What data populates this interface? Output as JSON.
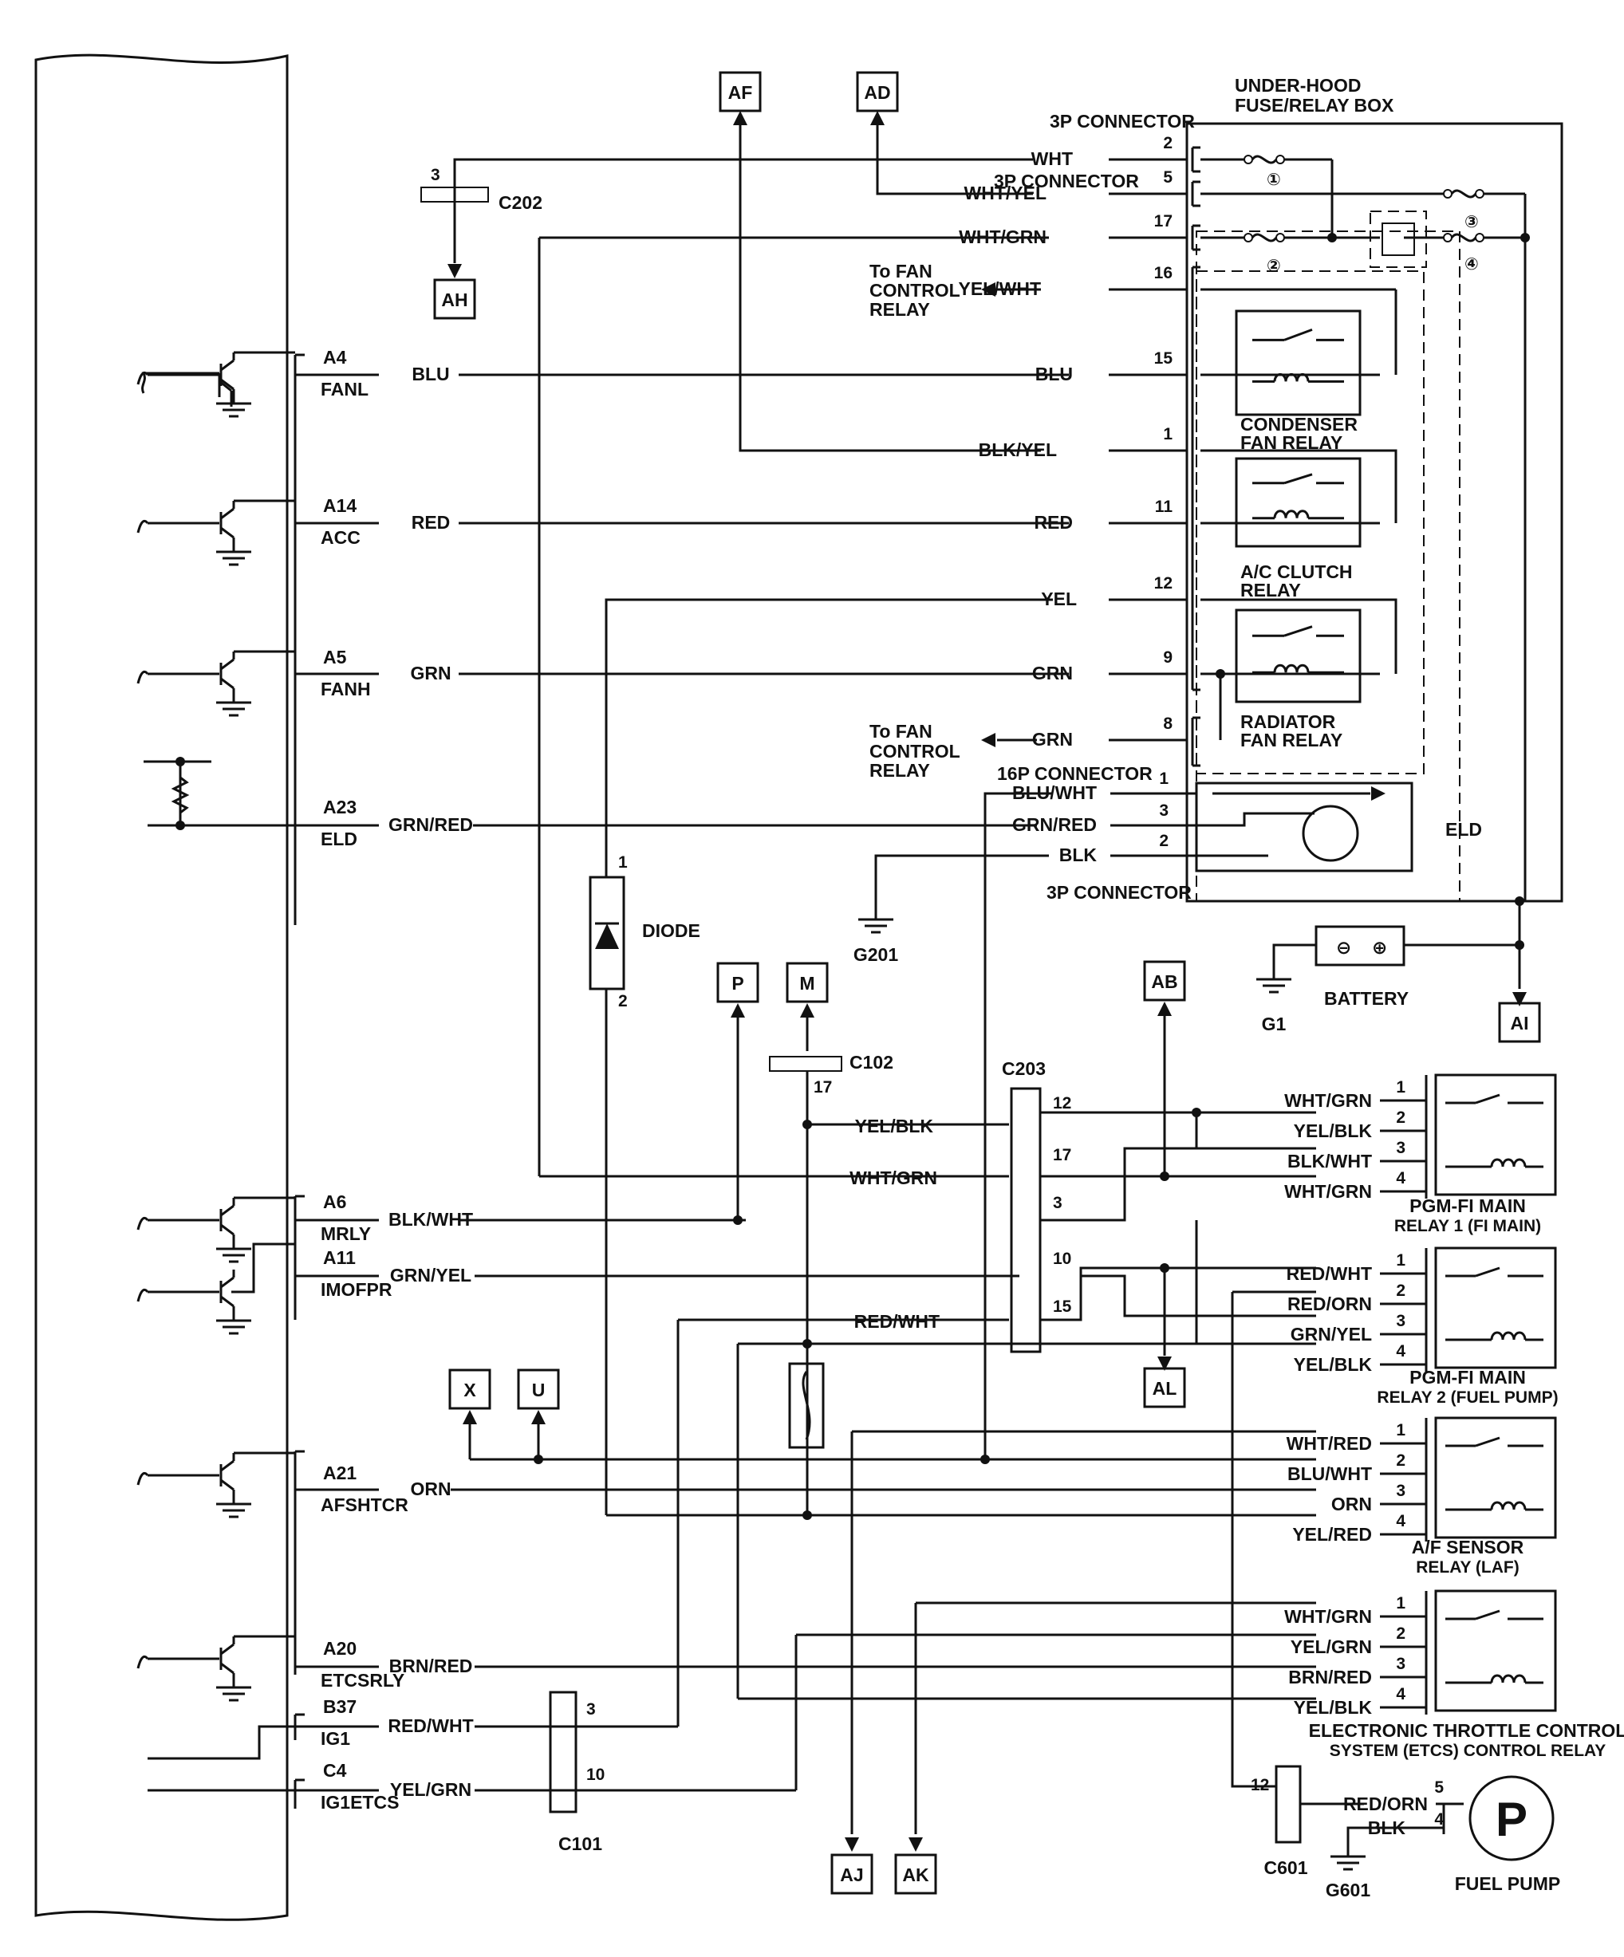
{
  "ecm_terminals": [
    {
      "pin": "A4",
      "name": "FANL",
      "wire": "BLU"
    },
    {
      "pin": "A14",
      "name": "ACC",
      "wire": "RED"
    },
    {
      "pin": "A5",
      "name": "FANH",
      "wire": "GRN"
    },
    {
      "pin": "A23",
      "name": "ELD",
      "wire": "GRN/RED"
    },
    {
      "pin": "A6",
      "name": "MRLY",
      "wire": "BLK/WHT"
    },
    {
      "pin": "A11",
      "name": "IMOFPR",
      "wire": "GRN/YEL"
    },
    {
      "pin": "A21",
      "name": "AFSHTCR",
      "wire": "ORN"
    },
    {
      "pin": "A20",
      "name": "ETCSRLY",
      "wire": "BRN/RED"
    },
    {
      "pin": "B37",
      "name": "IG1",
      "wire": "RED/WHT"
    },
    {
      "pin": "C4",
      "name": "IG1ETCS",
      "wire": "YEL/GRN"
    }
  ],
  "refs": [
    "AF",
    "AD",
    "AH",
    "P",
    "M",
    "AB",
    "AI",
    "AL",
    "X",
    "U",
    "AJ",
    "AK"
  ],
  "fusebox": {
    "title1": "UNDER-HOOD",
    "title2": "FUSE/RELAY BOX",
    "conn_3p": "3P CONNECTOR",
    "conn_16p": "16P CONNECTOR",
    "fuse_nums": [
      "①",
      "②",
      "③",
      "④"
    ],
    "pins": [
      {
        "num": "2",
        "wire": "WHT"
      },
      {
        "num": "5",
        "wire": "WHT/YEL"
      },
      {
        "num": "17",
        "wire": "WHT/GRN"
      },
      {
        "num": "16",
        "wire": "YEL/WHT"
      },
      {
        "num": "15",
        "wire": "BLU"
      },
      {
        "num": "1",
        "wire": "BLK/YEL"
      },
      {
        "num": "11",
        "wire": "RED"
      },
      {
        "num": "12",
        "wire": "YEL"
      },
      {
        "num": "9",
        "wire": "GRN"
      },
      {
        "num": "8",
        "wire": "GRN"
      }
    ],
    "eld_pins": [
      {
        "num": "1",
        "wire": "BLU/WHT"
      },
      {
        "num": "3",
        "wire": "GRN/RED"
      },
      {
        "num": "2",
        "wire": "BLK"
      }
    ],
    "relays": [
      "CONDENSER",
      "FAN RELAY",
      "A/C CLUTCH",
      "RELAY",
      "RADIATOR",
      "FAN RELAY"
    ],
    "eld": "ELD",
    "to_fan1": [
      "To FAN",
      "CONTROL",
      "RELAY"
    ]
  },
  "connectors": {
    "c202": "C202",
    "c202_pin": "3",
    "c102": "C102",
    "c102_pin": "17",
    "c203": "C203",
    "c203_pins": [
      "12",
      "17",
      "3",
      "10",
      "15"
    ],
    "c101": "C101",
    "c101_pins": [
      "3",
      "10"
    ],
    "c601": "C601",
    "c601_pin": "12"
  },
  "mid_wires": {
    "yelblk": "YEL/BLK",
    "whtgrn": "WHT/GRN",
    "redwht": "RED/WHT"
  },
  "diode": {
    "label": "DIODE",
    "p1": "1",
    "p2": "2"
  },
  "grounds": {
    "g201": "G201",
    "g1": "G1",
    "g601": "G601"
  },
  "battery": "BATTERY",
  "relays_right": [
    {
      "title": [
        "PGM-FI MAIN",
        "RELAY 1 (FI MAIN)"
      ],
      "pins": [
        [
          "1",
          "WHT/GRN"
        ],
        [
          "2",
          "YEL/BLK"
        ],
        [
          "3",
          "BLK/WHT"
        ],
        [
          "4",
          "WHT/GRN"
        ]
      ]
    },
    {
      "title": [
        "PGM-FI MAIN",
        "RELAY 2 (FUEL PUMP)"
      ],
      "pins": [
        [
          "1",
          "RED/WHT"
        ],
        [
          "2",
          "RED/ORN"
        ],
        [
          "3",
          "GRN/YEL"
        ],
        [
          "4",
          "YEL/BLK"
        ]
      ]
    },
    {
      "title": [
        "A/F SENSOR",
        "RELAY (LAF)"
      ],
      "pins": [
        [
          "1",
          "WHT/RED"
        ],
        [
          "2",
          "BLU/WHT"
        ],
        [
          "3",
          "ORN"
        ],
        [
          "4",
          "YEL/RED"
        ]
      ]
    },
    {
      "title": [
        "ELECTRONIC THROTTLE CONTROL",
        "SYSTEM (ETCS) CONTROL RELAY"
      ],
      "pins": [
        [
          "1",
          "WHT/GRN"
        ],
        [
          "2",
          "YEL/GRN"
        ],
        [
          "3",
          "BRN/RED"
        ],
        [
          "4",
          "YEL/BLK"
        ]
      ]
    }
  ],
  "fuel_pump": {
    "label": "FUEL PUMP",
    "symbol": "P",
    "w1": "RED/ORN",
    "p1": "5",
    "w2": "BLK",
    "p2": "4"
  }
}
